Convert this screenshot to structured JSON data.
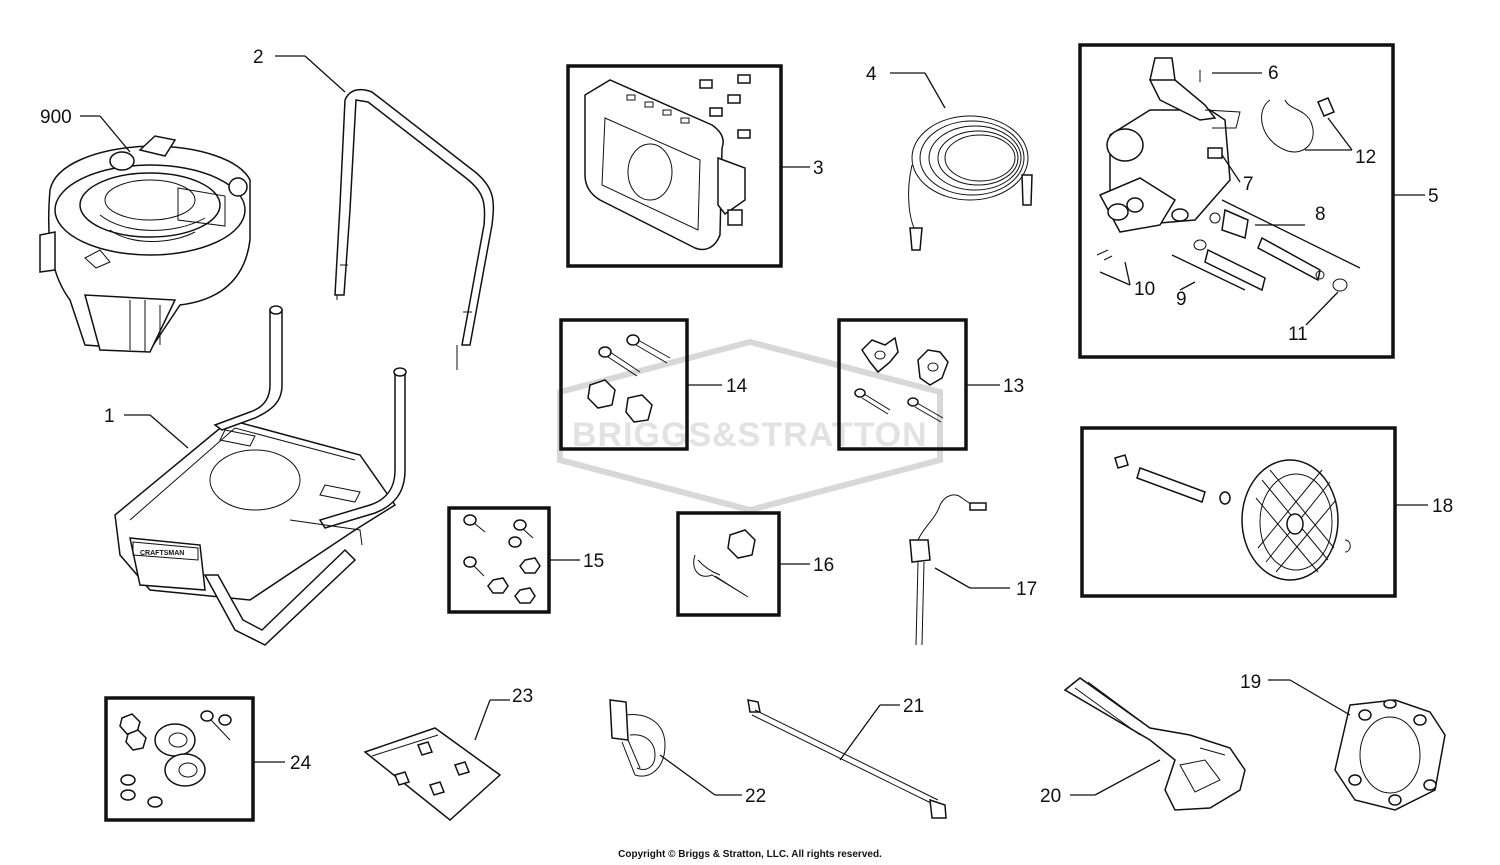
{
  "watermark": {
    "brand_text": "BRIGGS&STRATTON"
  },
  "callouts": {
    "c900": "900",
    "c1": "1",
    "c2": "2",
    "c3": "3",
    "c4": "4",
    "c5": "5",
    "c6": "6",
    "c7": "7",
    "c8": "8",
    "c9": "9",
    "c10": "10",
    "c11": "11",
    "c12": "12",
    "c13": "13",
    "c14": "14",
    "c15": "15",
    "c16": "16",
    "c17": "17",
    "c18": "18",
    "c19": "19",
    "c20": "20",
    "c21": "21",
    "c22": "22",
    "c23": "23",
    "c24": "24"
  },
  "frame_label": "CRAFTSMAN",
  "footer": {
    "copyright": "Copyright © Briggs & Stratton, LLC. All rights reserved."
  }
}
